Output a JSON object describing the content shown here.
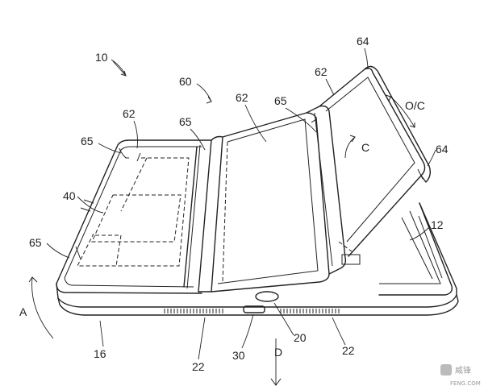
{
  "labels": {
    "device": "10",
    "cover": "60",
    "segment_top_right": "62",
    "segment_mid": "62",
    "segment_left": "62",
    "magnet_right": "64",
    "magnet_right_lower": "64",
    "hinge_right": "65",
    "hinge_mid": "65",
    "hinge_left_top": "65",
    "hinge_left_bottom": "65",
    "flap": "40",
    "screen": "12",
    "housing": "16",
    "speaker_left": "22",
    "speaker_right": "22",
    "button": "20",
    "connector": "30",
    "arrow_open_close": "O/C",
    "arrow_c": "C",
    "arrow_a": "A",
    "arrow_d": "D"
  },
  "watermark": {
    "text": "威锋",
    "subtext": "FENG.COM"
  }
}
